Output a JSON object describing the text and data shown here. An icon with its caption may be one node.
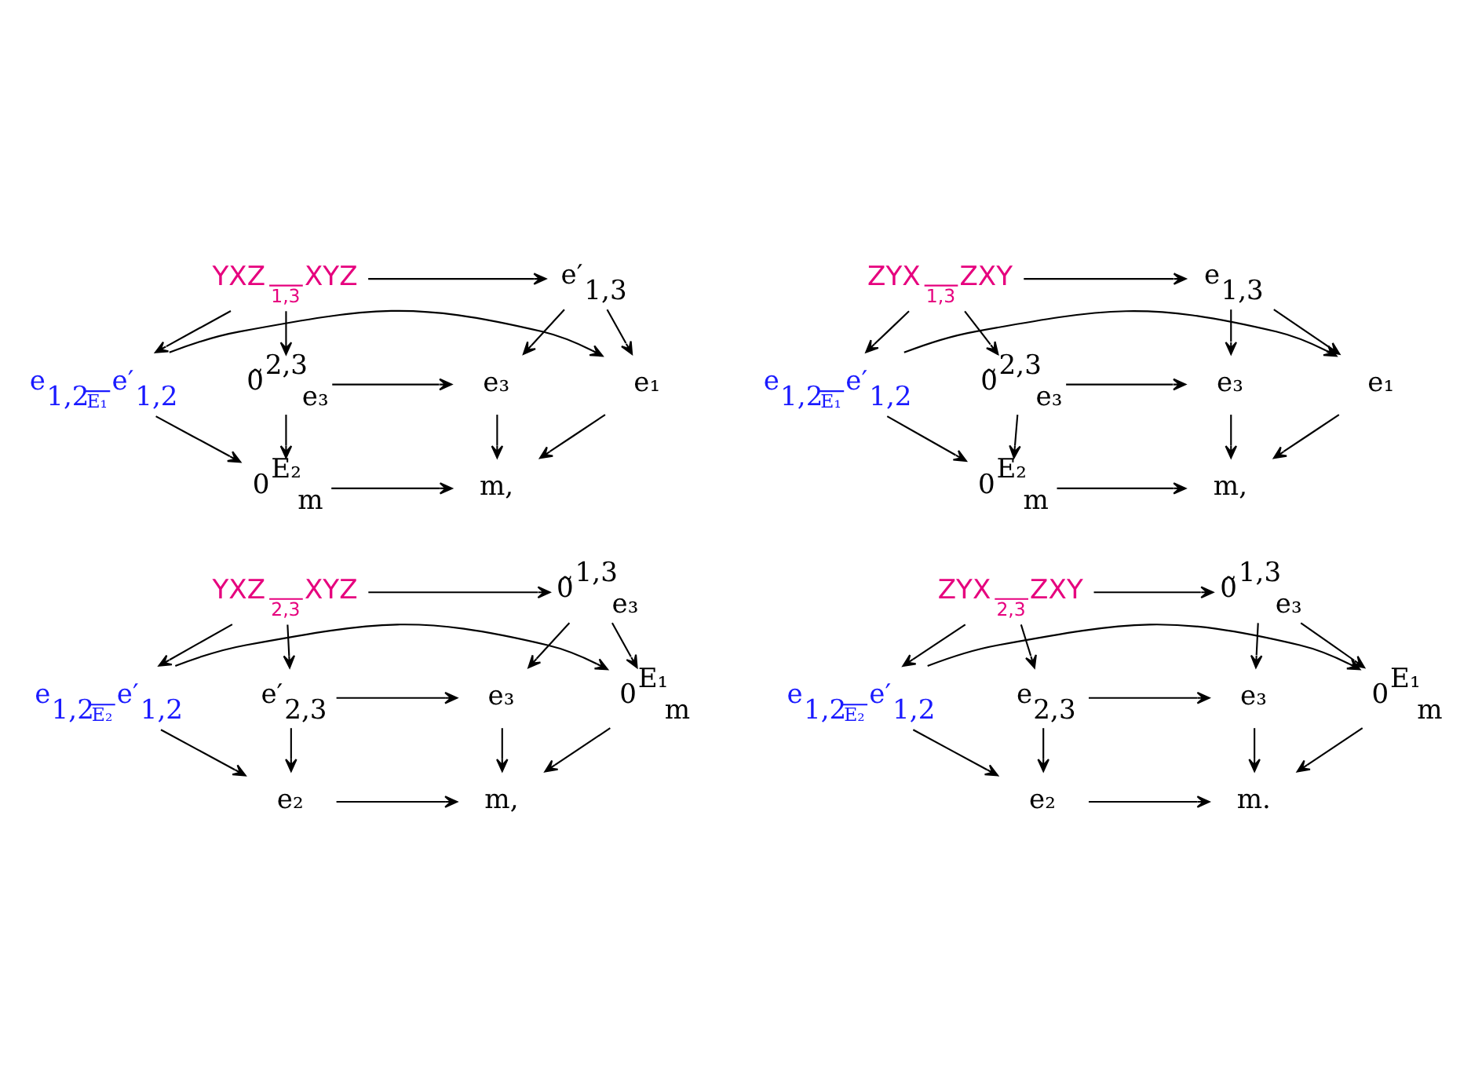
{
  "diagram": {
    "nodes": [
      {
        "text": [
          "YXZ",
          "1,3",
          "XYZ"
        ]
      },
      {
        "text": [
          "e′$_{1,3}$"
        ]
      },
      {
        "text": [
          "0̃$^{2,3}$$_{e₃}$"
        ]
      },
      {
        "text": [
          "e₃"
        ]
      },
      {
        "text": [
          "e$_{1,2}$",
          "E₁",
          "e′$_{1,2}$"
        ]
      },
      {
        "text": [
          "e₁"
        ]
      },
      {
        "text": [
          "0$^{E₂}$$_{m}$"
        ]
      },
      {
        "text": [
          "m,"
        ]
      },
      {
        "text": [
          "ZYX",
          "1,3",
          "ZXY"
        ]
      },
      {
        "text": [
          "e$_{1,3}$"
        ]
      },
      {
        "text": [
          "0̃$^{2,3}$$_{e₃}$"
        ]
      },
      {
        "text": [
          "e₃"
        ]
      },
      {
        "text": [
          "e$_{1,2}$",
          "E₁",
          "e′$_{1,2}$"
        ]
      },
      {
        "text": [
          "e₁"
        ]
      },
      {
        "text": [
          "0$^{E₂}$$_{m}$"
        ]
      },
      {
        "text": [
          "m,"
        ]
      },
      {
        "text": [
          "YXZ",
          "2,3",
          "XYZ"
        ]
      },
      {
        "text": [
          "0̃$^{1,3}$$_{e₃}$"
        ]
      },
      {
        "text": [
          "e′$_{2,3}$"
        ]
      },
      {
        "text": [
          "e₃"
        ]
      },
      {
        "text": [
          "e$_{1,2}$",
          "E₂",
          "e′$_{1,2}$"
        ]
      },
      {
        "text": [
          "0$^{E₁}$$_{m}$"
        ]
      },
      {
        "text": [
          "e₂"
        ]
      },
      {
        "text": [
          "m,"
        ]
      },
      {
        "text": [
          "ZYX",
          "2,3",
          "ZXY"
        ]
      },
      {
        "text": [
          "0̃$^{1,3}$$_{e₃}$"
        ]
      },
      {
        "text": [
          "e$_{2,3}$"
        ]
      },
      {
        "text": [
          "e₃"
        ]
      },
      {
        "text": [
          "e$_{1,2}$",
          "E₂",
          "e′$_{1,2}$"
        ]
      },
      {
        "text": [
          "0$^{E₁}$$_{m}$"
        ]
      },
      {
        "text": [
          "e₂"
        ]
      },
      {
        "text": [
          "m."
        ]
      }
    ],
    "edges": [
      {
        "from": 0,
        "to": 1,
        "arrow": "to"
      },
      {
        "from": 0,
        "to": 2,
        "arrow": "to"
      },
      {
        "from": 0,
        "to": 4,
        "arrow": "to"
      },
      {
        "from": 1,
        "to": 3,
        "arrow": "to"
      },
      {
        "from": 1,
        "to": 5,
        "arrow": "to"
      },
      {
        "from": 2,
        "to": 3,
        "arrow": "to"
      },
      {
        "from": 2,
        "to": 6,
        "arrow": "to"
      },
      {
        "from": 4,
        "to": 5,
        "arrow": "to"
      },
      {
        "from": 4,
        "to": 6,
        "arrow": "to"
      },
      {
        "from": 3,
        "to": 7,
        "arrow": "to"
      },
      {
        "from": 5,
        "to": 7,
        "arrow": "to"
      },
      {
        "from": 6,
        "to": 7,
        "arrow": "to"
      },
      {
        "from": 8,
        "to": 9,
        "arrow": "to"
      },
      {
        "from": 8,
        "to": 10,
        "arrow": "to"
      },
      {
        "from": 8,
        "to": 12,
        "arrow": "to"
      },
      {
        "from": 9,
        "to": 11,
        "arrow": "to"
      },
      {
        "from": 9,
        "to": 13,
        "arrow": "to"
      },
      {
        "from": 10,
        "to": 11,
        "arrow": "to"
      },
      {
        "from": 10,
        "to": 14,
        "arrow": "to"
      },
      {
        "from": 12,
        "to": 13,
        "arrow": "to"
      },
      {
        "from": 12,
        "to": 14,
        "arrow": "to"
      },
      {
        "from": 11,
        "to": 15,
        "arrow": "to"
      },
      {
        "from": 13,
        "to": 15,
        "arrow": "to"
      },
      {
        "from": 14,
        "to": 15,
        "arrow": "to"
      },
      {
        "from": 16,
        "to": 17,
        "arrow": "to"
      },
      {
        "from": 16,
        "to": 18,
        "arrow": "to"
      },
      {
        "from": 16,
        "to": 20,
        "arrow": "to"
      },
      {
        "from": 17,
        "to": 19,
        "arrow": "to"
      },
      {
        "from": 17,
        "to": 21,
        "arrow": "to"
      },
      {
        "from": 18,
        "to": 19,
        "arrow": "to"
      },
      {
        "from": 18,
        "to": 22,
        "arrow": "to"
      },
      {
        "from": 20,
        "to": 21,
        "arrow": "to"
      },
      {
        "from": 20,
        "to": 22,
        "arrow": "to"
      },
      {
        "from": 19,
        "to": 23,
        "arrow": "to"
      },
      {
        "from": 21,
        "to": 23,
        "arrow": "to"
      },
      {
        "from": 22,
        "to": 23,
        "arrow": "to"
      },
      {
        "from": 24,
        "to": 25,
        "arrow": "to"
      },
      {
        "from": 24,
        "to": 26,
        "arrow": "to"
      },
      {
        "from": 24,
        "to": 28,
        "arrow": "to"
      },
      {
        "from": 25,
        "to": 27,
        "arrow": "to"
      },
      {
        "from": 25,
        "to": 29,
        "arrow": "to"
      },
      {
        "from": 26,
        "to": 27,
        "arrow": "to"
      },
      {
        "from": 26,
        "to": 30,
        "arrow": "to"
      },
      {
        "from": 28,
        "to": 29,
        "arrow": "to"
      },
      {
        "from": 28,
        "to": 30,
        "arrow": "to"
      },
      {
        "from": 27,
        "to": 31,
        "arrow": "to"
      },
      {
        "from": 29,
        "to": 31,
        "arrow": "to"
      },
      {
        "from": 30,
        "to": 31,
        "arrow": "to"
      }
    ]
  }
}
